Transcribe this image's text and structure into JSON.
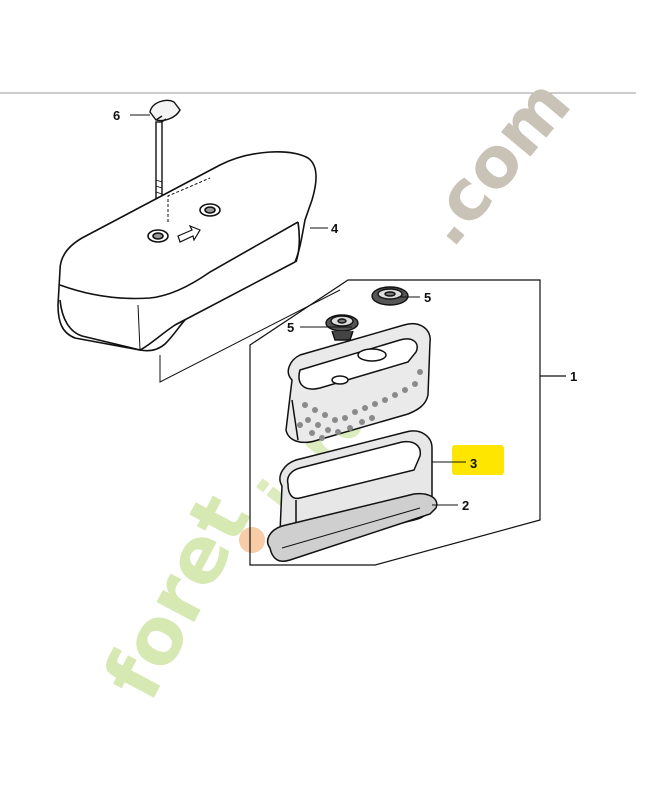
{
  "diagram": {
    "callouts": [
      {
        "id": "part-1",
        "label": "1"
      },
      {
        "id": "part-2",
        "label": "2"
      },
      {
        "id": "part-3",
        "label": "3",
        "highlighted": true
      },
      {
        "id": "part-4",
        "label": "4"
      },
      {
        "id": "part-5a",
        "label": "5"
      },
      {
        "id": "part-5b",
        "label": "5"
      },
      {
        "id": "part-6",
        "label": "6"
      }
    ],
    "highlight_color": "#ffe600",
    "line_color": "#111111"
  },
  "watermark": {
    "text_forest": "foret",
    "text_jardin": "jardin",
    "text_domain": ".com",
    "color_green": "#d6e9b3",
    "color_orange": "#f6c79c",
    "color_gray": "#c9c2b6"
  }
}
